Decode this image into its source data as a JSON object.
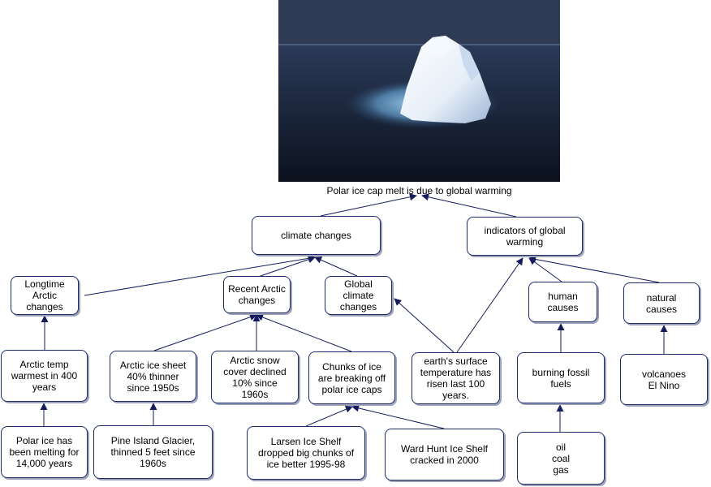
{
  "root": {
    "image": "iceberg-photo",
    "label": "Polar ice cap melt is due to global warming"
  },
  "nodes": {
    "climate_changes": "climate changes",
    "indicators": "indicators of global\nwarming",
    "longtime_arctic": "Longtime\nArctic\nchanges",
    "recent_arctic": "Recent Arctic\nchanges",
    "global_climate": "Global\nclimate\nchanges",
    "human_causes": "human\ncauses",
    "natural_causes": "natural\ncauses",
    "arctic_temp": "Arctic temp\nwarmest in 400\nyears",
    "arctic_ice_sheet": "Arctic ice sheet\n40% thinner\nsince 1950s",
    "arctic_snow": "Arctic snow\ncover declined\n10% since\n1960s",
    "chunks_of_ice": "Chunks of ice\nare breaking off\npolar ice caps",
    "earth_surface": "earth's surface\ntemperature has\nrisen last 100\nyears.",
    "burning_fossil": "burning fossil\nfuels",
    "volcanoes": "volcanoes\nEl Nino",
    "polar_ice_melting": "Polar ice has\nbeen melting for\n14,000 years",
    "pine_island": "Pine Island Glacier,\nthinned 5 feet since\n1960s",
    "larsen": "Larsen Ice Shelf\ndropped big chunks of\nice better 1995-98",
    "ward_hunt": "Ward Hunt Ice Shelf\ncracked in 2000",
    "oil_coal_gas": "oil\ncoal\ngas"
  },
  "colors": {
    "edge": "#141c5c",
    "node_border": "#1c2a6e"
  }
}
